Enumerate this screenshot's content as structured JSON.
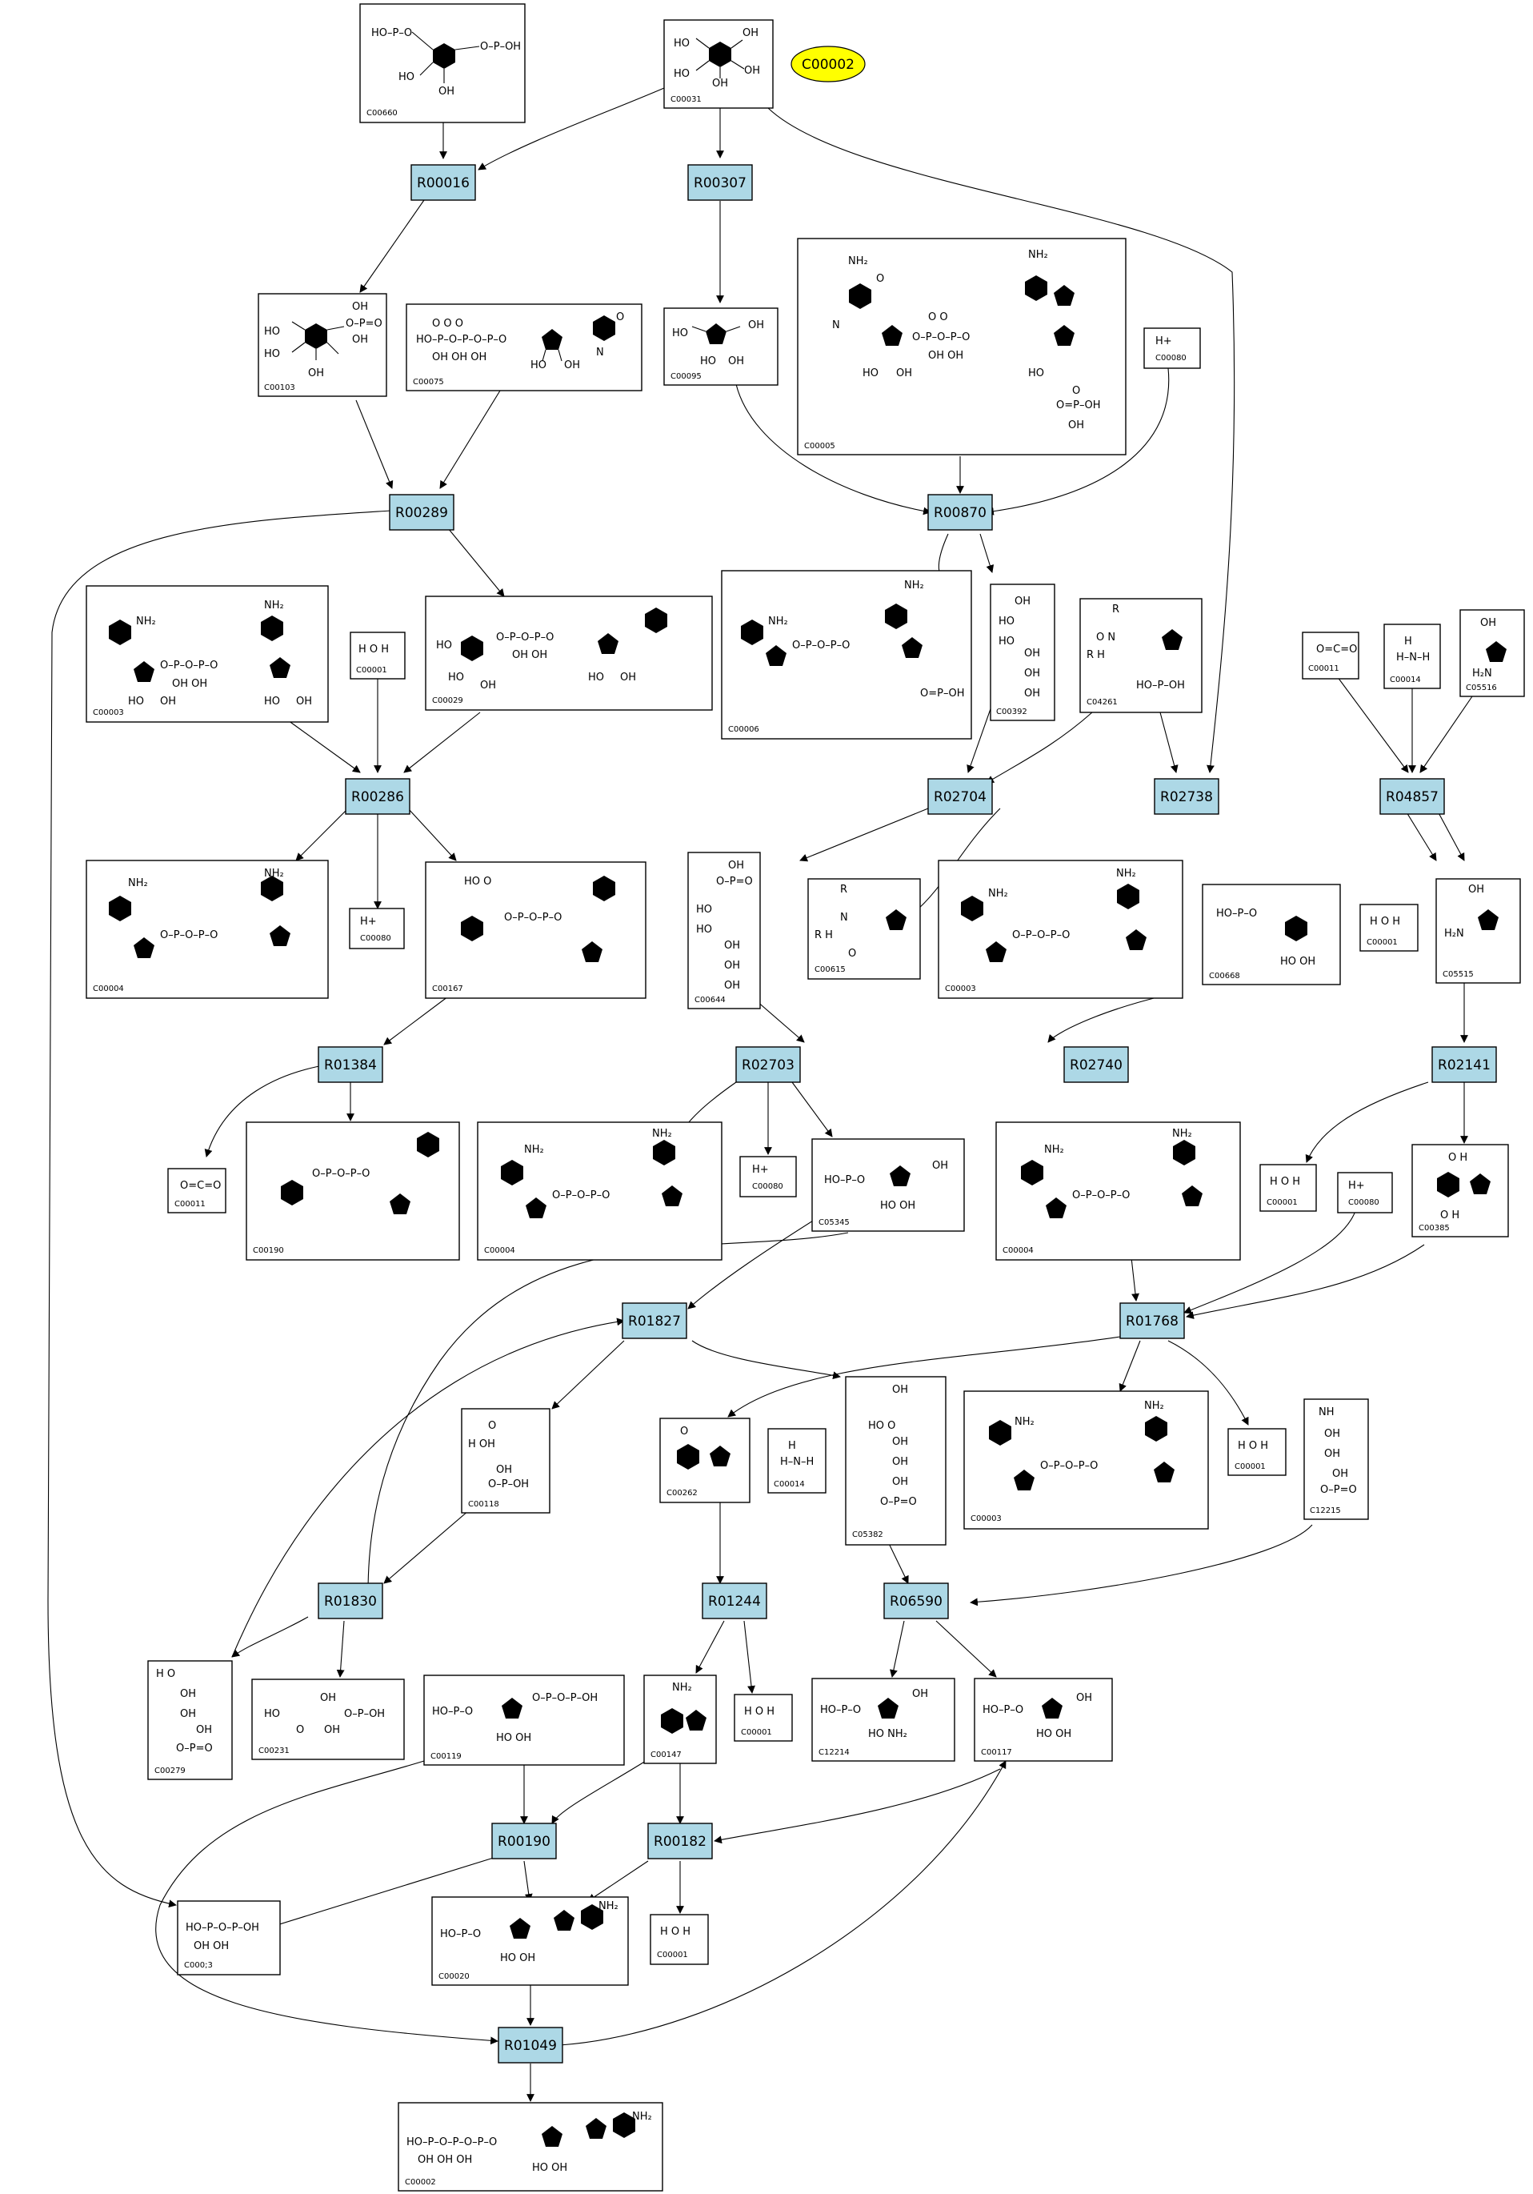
{
  "title_ellipse": {
    "label": "C00002",
    "fill": "#ffff00"
  },
  "colors": {
    "reaction_fill": "#add8e6",
    "box_stroke": "#000000",
    "background": "#ffffff"
  },
  "reactions": [
    "R00016",
    "R00307",
    "R00289",
    "R00870",
    "R00286",
    "R02704",
    "R02738",
    "R04857",
    "R01384",
    "R02703",
    "R02740",
    "R02141",
    "R01827",
    "R01768",
    "R01830",
    "R01244",
    "R06590",
    "R00190",
    "R00182",
    "R01049"
  ],
  "compounds": {
    "c00660": {
      "id": "C00660"
    },
    "c00031": {
      "id": "C00031"
    },
    "c00103": {
      "id": "C00103"
    },
    "c00075": {
      "id": "C00075"
    },
    "c00095": {
      "id": "C00095"
    },
    "c00005": {
      "id": "C00005"
    },
    "c00080a": {
      "id": "C00080",
      "formula": "H+"
    },
    "c00003a": {
      "id": "C00003"
    },
    "c00001a": {
      "id": "C00001",
      "formula": "H2O"
    },
    "c00029": {
      "id": "C00029"
    },
    "c00006": {
      "id": "C00006"
    },
    "c00392": {
      "id": "C00392"
    },
    "c04261": {
      "id": "C04261"
    },
    "c00011a": {
      "id": "C00011",
      "formula": "CO2"
    },
    "c00014a": {
      "id": "C00014",
      "formula": "NH3"
    },
    "c05516": {
      "id": "C05516"
    },
    "c00004a": {
      "id": "C00004"
    },
    "c00080b": {
      "id": "C00080",
      "formula": "H+"
    },
    "c00167": {
      "id": "C00167"
    },
    "c00644": {
      "id": "C00644"
    },
    "c00615": {
      "id": "C00615"
    },
    "c00003b": {
      "id": "C00003"
    },
    "c00668": {
      "id": "C00668"
    },
    "c00001b": {
      "id": "C00001",
      "formula": "H2O"
    },
    "c05515": {
      "id": "C05515"
    },
    "c00011b": {
      "id": "C00011",
      "formula": "CO2"
    },
    "c00190": {
      "id": "C00190"
    },
    "c00004b": {
      "id": "C00004"
    },
    "c00080c": {
      "id": "C00080",
      "formula": "H+"
    },
    "c05345": {
      "id": "C05345"
    },
    "c00004c": {
      "id": "C00004"
    },
    "c00001c": {
      "id": "C00001",
      "formula": "H2O"
    },
    "c00080d": {
      "id": "C00080",
      "formula": "H+"
    },
    "c00385": {
      "id": "C00385"
    },
    "c00118": {
      "id": "C00118"
    },
    "c00262": {
      "id": "C00262"
    },
    "c00014b": {
      "id": "C00014",
      "formula": "NH3"
    },
    "c05382": {
      "id": "C05382"
    },
    "c00003c": {
      "id": "C00003"
    },
    "c00001d": {
      "id": "C00001",
      "formula": "H2O"
    },
    "c12215": {
      "id": "C12215"
    },
    "c00279": {
      "id": "C00279"
    },
    "c00231": {
      "id": "C00231"
    },
    "c00119": {
      "id": "C00119"
    },
    "c00147": {
      "id": "C00147"
    },
    "c00001e": {
      "id": "C00001",
      "formula": "H2O"
    },
    "c12214": {
      "id": "C12214"
    },
    "c00117": {
      "id": "C00117"
    },
    "c00013": {
      "id": "C000;3"
    },
    "c00020": {
      "id": "C00020"
    },
    "c00001f": {
      "id": "C00001",
      "formula": "H2O"
    },
    "c00002": {
      "id": "C00002"
    }
  }
}
